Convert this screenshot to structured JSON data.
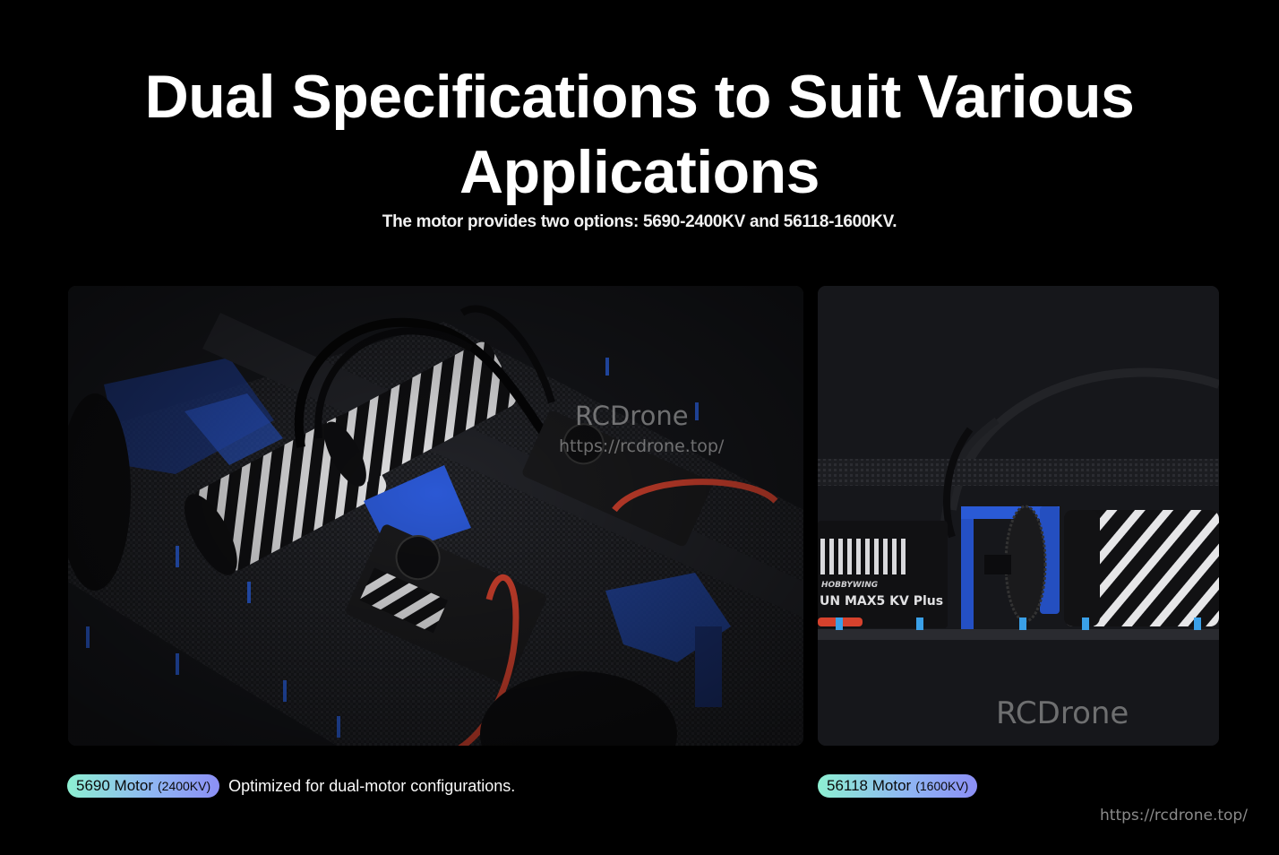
{
  "header": {
    "title": "Dual Specifications to Suit Various Applications",
    "subtitle": "The motor provides two options: 5690-2400KV and 56118-1600KV."
  },
  "cards": [
    {
      "image_alt": "Dual 5690 motors with EZRUN MAX5 ESCs on a carbon chassis",
      "watermark_brand": "RCDrone",
      "watermark_url": "https://rcdrone.top/",
      "badge_model": "5690 Motor",
      "badge_kv": "(2400KV)",
      "description": "Optimized for dual-motor configurations."
    },
    {
      "image_alt": "Single 56118 motor beside EZRUN MAX5 KV Plus ESC",
      "watermark_brand": "RCDrone",
      "badge_model": "56118 Motor",
      "badge_kv": "(1600KV)",
      "description": ""
    }
  ],
  "footer": {
    "url": "https://rcdrone.top/"
  },
  "colors": {
    "background": "#000000",
    "card": "#16171b",
    "badge_gradient_start": "#8ef0d2",
    "badge_gradient_end": "#8c8ff5"
  }
}
